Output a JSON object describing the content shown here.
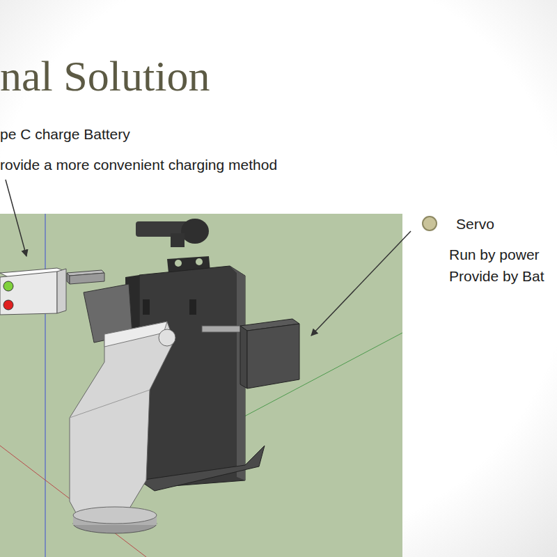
{
  "diagram": {
    "title": "nal Solution",
    "labels": [
      "pe C charge Battery",
      "rovide a more convenient charging method",
      "Servo",
      "Run by power",
      "Provide by Bat"
    ]
  }
}
